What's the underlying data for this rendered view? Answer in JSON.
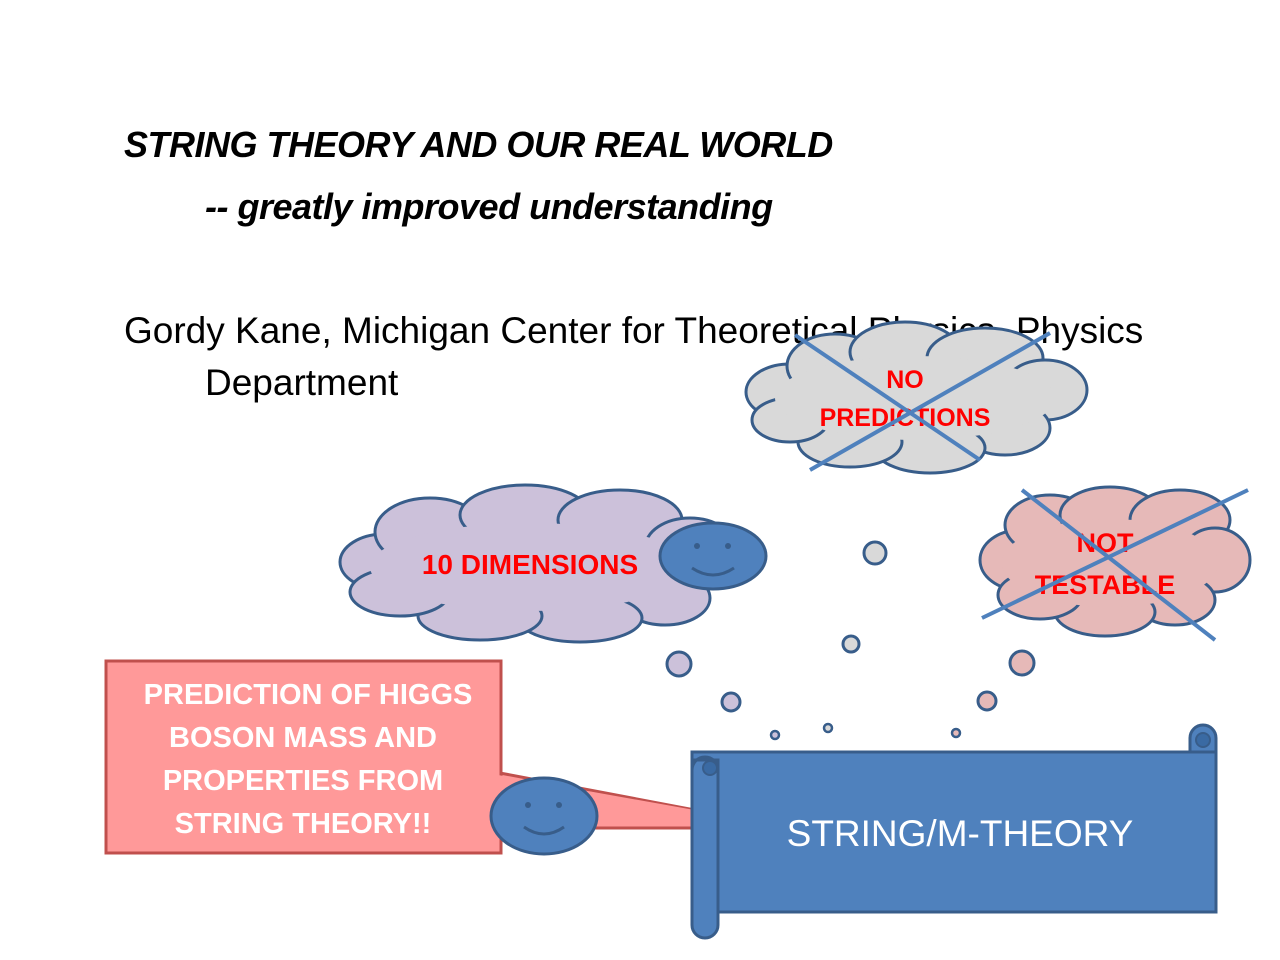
{
  "slide": {
    "title": "STRING THEORY AND OUR REAL WORLD",
    "subtitle": "-- greatly improved understanding",
    "author_line1": "Gordy Kane, Michigan Center for Theoretical Physics, Physics",
    "author_line2": "Department"
  },
  "clouds": {
    "no_predictions": {
      "line1": "NO",
      "line2": "PREDICTIONS",
      "crossed_out": true
    },
    "ten_dimensions": {
      "label": "10 DIMENSIONS",
      "crossed_out": false
    },
    "not_testable": {
      "line1": "NOT",
      "line2": "TESTABLE",
      "crossed_out": true
    }
  },
  "callout": {
    "line1": "PREDICTION OF HIGGS",
    "line2": "BOSON MASS AND",
    "line3": "PROPERTIES FROM",
    "line4": "STRING THEORY!!"
  },
  "scroll": {
    "label": "STRING/M-THEORY"
  },
  "colors": {
    "scroll_fill": "#4f81bd",
    "outline": "#385d8a",
    "cloud_grey": "#d9d9d9",
    "cloud_lavender": "#ccc1da",
    "cloud_pink": "#e6b9b8",
    "callout_fill": "#ff9999",
    "cross": "#4f81bd",
    "red_text": "#ff0000"
  }
}
